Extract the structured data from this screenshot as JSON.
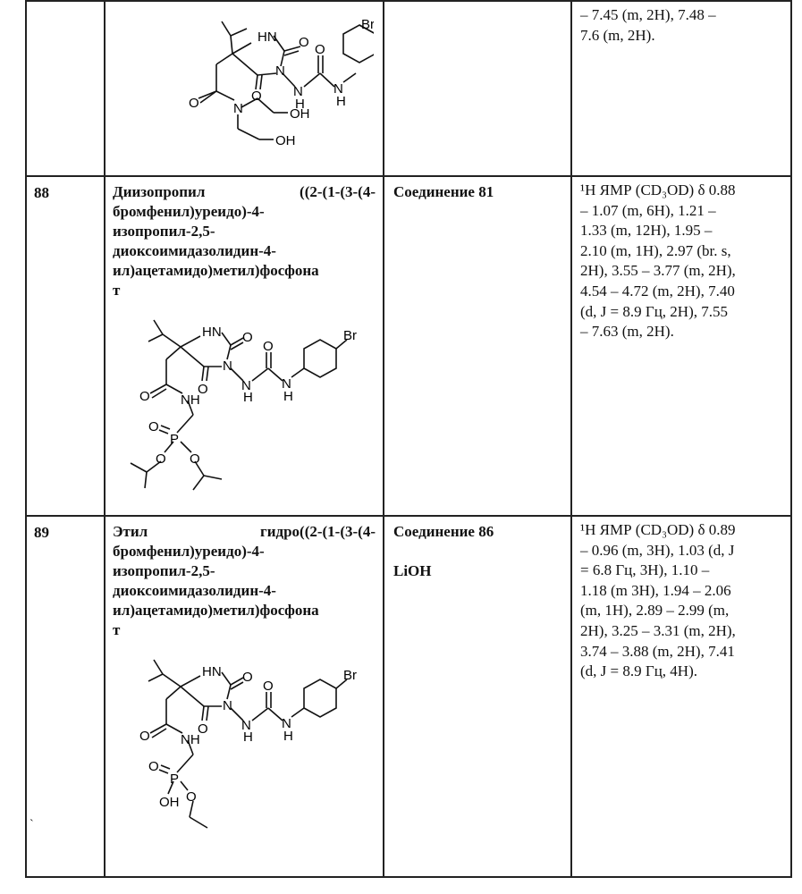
{
  "rows": [
    {
      "number": "",
      "name_lines": [],
      "reagents": [],
      "nmr_lines": [
        [
          "– 7.45 (m, 2H), 7.48 –"
        ]
      ],
      "nmr_last": "7.6 (m, 2H)."
    },
    {
      "number": "88",
      "name_lines": [
        [
          "Диизопропил",
          "((2-(1-(3-(4-"
        ],
        [
          "бромфенил)уреидо)-4-"
        ],
        [
          "изопропил-2,5-"
        ],
        [
          "диоксоимидазолидин-4-"
        ],
        [
          "ил)ацетамидо)метил)фосфона"
        ],
        [
          "т"
        ]
      ],
      "reagents": [
        "Соединение 81"
      ],
      "nmr_lines": [
        [
          "¹H ЯМР (CD₃OD) δ 0.88"
        ],
        [
          "– 1.07 (m, 6H), 1.21 –"
        ],
        [
          "1.33 (m, 12H), 1.95 –"
        ],
        [
          "2.10 (m, 1H), 2.97 (br. s,"
        ],
        [
          "2H), 3.55 – 3.77 (m, 2H),"
        ],
        [
          "4.54 – 4.72 (m, 2H), 7.40"
        ],
        [
          "(d, J = 8.9 Гц, 2H), 7.55"
        ]
      ],
      "nmr_last": "– 7.63 (m, 2H)."
    },
    {
      "number": "89",
      "name_lines": [
        [
          "Этил",
          "гидро((2-(1-(3-(4-"
        ],
        [
          "бромфенил)уреидо)-4-"
        ],
        [
          "изопропил-2,5-"
        ],
        [
          "диоксоимидазолидин-4-"
        ],
        [
          "ил)ацетамидо)метил)фосфона"
        ],
        [
          "т"
        ]
      ],
      "reagents": [
        "Соединение 86",
        "LiOH"
      ],
      "nmr_lines": [
        [
          "¹H ЯМР (CD₃OD) δ 0.89"
        ],
        [
          "– 0.96 (m, 3H), 1.03 (d, J"
        ],
        [
          "= 6.8 Гц, 3H), 1.10 –"
        ],
        [
          "1.18 (m 3H), 1.94 – 2.06"
        ],
        [
          "(m, 1H), 2.89 – 2.99 (m,"
        ],
        [
          "2H), 3.25 – 3.31 (m, 2H),"
        ],
        [
          "3.74 – 3.88 (m, 2H), 7.41"
        ]
      ],
      "nmr_last": "(d, J = 8.9 Гц, 4H)."
    }
  ],
  "atoms": {
    "HN": "HN",
    "O": "O",
    "N": "N",
    "NH": "NH",
    "H": "H",
    "Br": "Br",
    "OH": "OH",
    "P": "P"
  },
  "margin_mark": "`"
}
